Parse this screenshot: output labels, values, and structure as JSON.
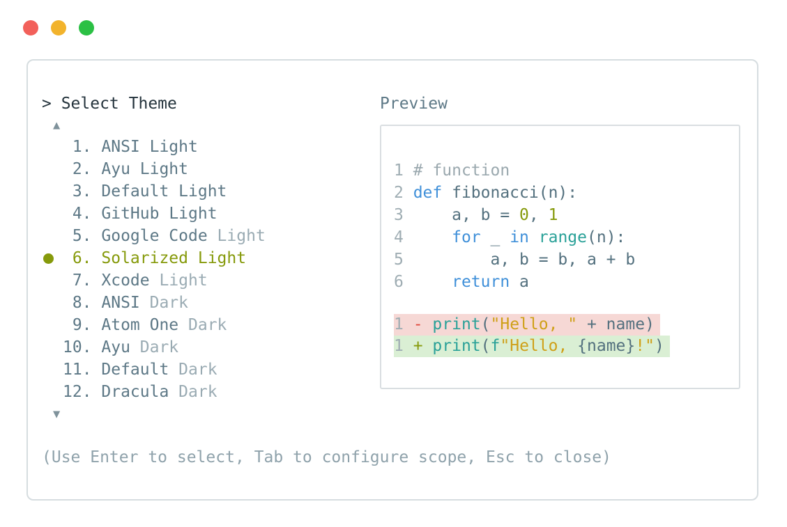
{
  "colors": {
    "light_red": "#f2605a",
    "light_yellow": "#f2b32c",
    "light_green": "#2bc044",
    "panel_border": "#d6dde0",
    "box_border": "#d9dee1",
    "title": "#24333c",
    "list_main": "#5d7886",
    "list_muted": "#9aabb3",
    "selected": "#869a0b",
    "arrow": "#7f929b",
    "footer": "#8fa2ab",
    "line_num": "#9fadb3",
    "code_plain": "#53707e",
    "comment": "#9aa8ae",
    "kw": "#4090d9",
    "fn": "#2aa198",
    "str": "#cfa018",
    "num": "#869a0b",
    "minus": "#e0493d",
    "plus": "#869a0b",
    "removed_bg": "#f6d8d5",
    "added_bg": "#daefd4"
  },
  "picker": {
    "prompt": "> Select Theme",
    "scroll_up_icon": "▲",
    "scroll_down_icon": "▼",
    "items": [
      {
        "num": "1.",
        "name": "ANSI",
        "suffix": " Light",
        "muted": false,
        "selected": false
      },
      {
        "num": "2.",
        "name": "Ayu",
        "suffix": " Light",
        "muted": false,
        "selected": false
      },
      {
        "num": "3.",
        "name": "Default",
        "suffix": " Light",
        "muted": false,
        "selected": false
      },
      {
        "num": "4.",
        "name": "GitHub",
        "suffix": " Light",
        "muted": false,
        "selected": false
      },
      {
        "num": "5.",
        "name": "Google Code",
        "suffix": " Light",
        "muted": true,
        "selected": false
      },
      {
        "num": "6.",
        "name": "Solarized",
        "suffix": " Light",
        "muted": false,
        "selected": true
      },
      {
        "num": "7.",
        "name": "Xcode",
        "suffix": " Light",
        "muted": true,
        "selected": false
      },
      {
        "num": "8.",
        "name": "ANSI",
        "suffix": " Dark",
        "muted": true,
        "selected": false
      },
      {
        "num": "9.",
        "name": "Atom One",
        "suffix": " Dark",
        "muted": true,
        "selected": false
      },
      {
        "num": "10.",
        "name": "Ayu",
        "suffix": " Dark",
        "muted": true,
        "selected": false
      },
      {
        "num": "11.",
        "name": "Default",
        "suffix": " Dark",
        "muted": true,
        "selected": false
      },
      {
        "num": "12.",
        "name": "Dracula",
        "suffix": " Dark",
        "muted": true,
        "selected": false
      }
    ],
    "footer": "(Use Enter to select, Tab to configure scope, Esc to close)"
  },
  "preview": {
    "label": "Preview",
    "code_lines": [
      {
        "num": "1",
        "tokens": [
          {
            "t": "# function",
            "c": "comment"
          }
        ]
      },
      {
        "num": "2",
        "tokens": [
          {
            "t": "def",
            "c": "kw"
          },
          {
            "t": " fibonacci(n):",
            "c": "plain"
          }
        ]
      },
      {
        "num": "3",
        "tokens": [
          {
            "t": "    a, b = ",
            "c": "plain"
          },
          {
            "t": "0",
            "c": "num"
          },
          {
            "t": ", ",
            "c": "plain"
          },
          {
            "t": "1",
            "c": "num"
          }
        ]
      },
      {
        "num": "4",
        "tokens": [
          {
            "t": "    ",
            "c": "plain"
          },
          {
            "t": "for",
            "c": "kw"
          },
          {
            "t": " _ ",
            "c": "plain"
          },
          {
            "t": "in",
            "c": "kw"
          },
          {
            "t": " ",
            "c": "plain"
          },
          {
            "t": "range",
            "c": "fn"
          },
          {
            "t": "(n):",
            "c": "plain"
          }
        ]
      },
      {
        "num": "5",
        "tokens": [
          {
            "t": "        a, b = b, a + b",
            "c": "plain"
          }
        ]
      },
      {
        "num": "6",
        "tokens": [
          {
            "t": "    ",
            "c": "plain"
          },
          {
            "t": "return",
            "c": "kw"
          },
          {
            "t": " a",
            "c": "plain"
          }
        ]
      }
    ],
    "diff_lines": [
      {
        "num": "1",
        "kind": "removed",
        "tokens": [
          {
            "t": " - ",
            "c": "minus"
          },
          {
            "t": "print",
            "c": "fn"
          },
          {
            "t": "(",
            "c": "plain"
          },
          {
            "t": "\"Hello, \"",
            "c": "str"
          },
          {
            "t": " + name)",
            "c": "plain"
          }
        ]
      },
      {
        "num": "1",
        "kind": "added",
        "tokens": [
          {
            "t": " + ",
            "c": "plus"
          },
          {
            "t": "print",
            "c": "fn"
          },
          {
            "t": "(",
            "c": "plain"
          },
          {
            "t": "f",
            "c": "fn"
          },
          {
            "t": "\"Hello, ",
            "c": "str"
          },
          {
            "t": "{name}",
            "c": "plain"
          },
          {
            "t": "!\"",
            "c": "str"
          },
          {
            "t": ")",
            "c": "plain"
          }
        ]
      }
    ]
  }
}
